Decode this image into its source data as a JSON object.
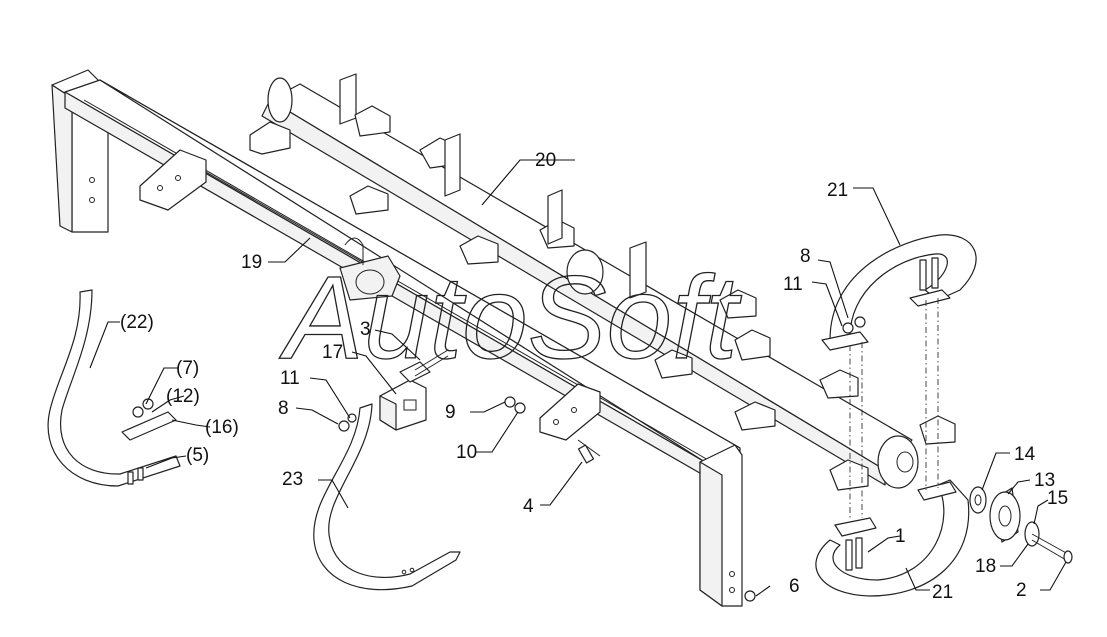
{
  "watermark": "AutoSoft",
  "callouts": {
    "c1": "1",
    "c2": "2",
    "c3": "3",
    "c4": "4",
    "c6": "6",
    "c7": "(7)",
    "c8a": "8",
    "c8b": "8",
    "c9": "9",
    "c10": "10",
    "c11a": "11",
    "c11b": "11",
    "c12": "(12)",
    "c13": "13",
    "c14": "14",
    "c15": "15",
    "c16": "(16)",
    "c5": "(5)",
    "c17": "17",
    "c18": "18",
    "c19": "19",
    "c20": "20",
    "c21a": "21",
    "c21b": "21",
    "c22": "(22)",
    "c23": "23"
  },
  "colors": {
    "line": "#222222",
    "background": "#ffffff"
  }
}
